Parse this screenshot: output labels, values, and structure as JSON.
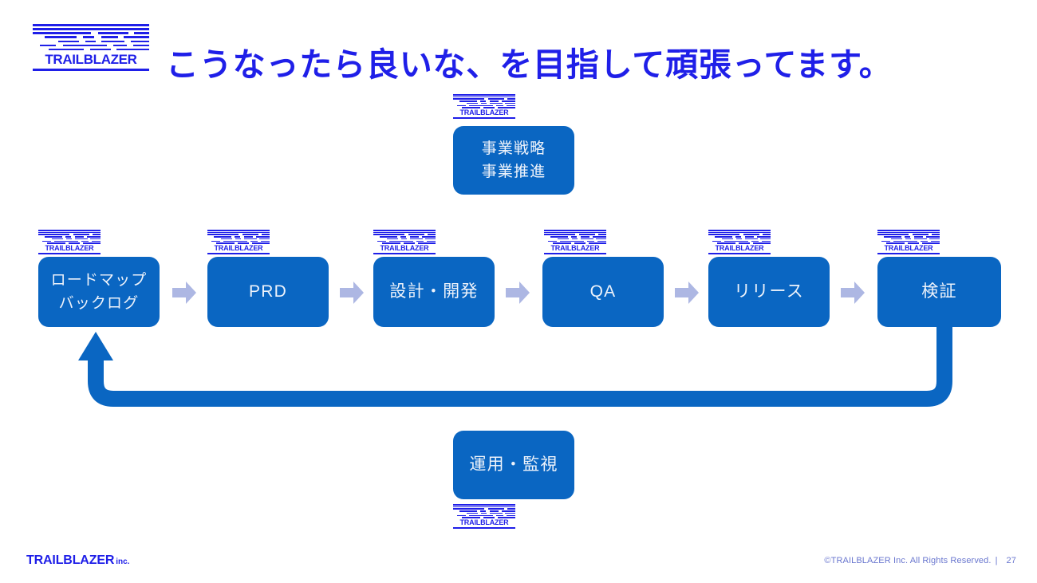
{
  "slide": {
    "title": "こうなったら良いな、を目指して頑張ってます。",
    "brand_name": "TRAILBLAZER",
    "colors": {
      "brand_blue": "#1f1fe8",
      "box_blue": "#0a66c2",
      "arrow_lavender": "#adb7e3",
      "loop_blue": "#0a66c2",
      "footer_gray_blue": "#6a77cf"
    }
  },
  "top_box": {
    "logo_label": "TRAILBLAZER",
    "lines": [
      "事業戦略",
      "事業推進"
    ]
  },
  "bottom_box": {
    "logo_label": "TRAILBLAZER",
    "lines": [
      "運用・監視"
    ]
  },
  "process": {
    "steps": [
      {
        "logo_label": "TRAILBLAZER",
        "lines": [
          "ロードマップ",
          "バックログ"
        ]
      },
      {
        "logo_label": "TRAILBLAZER",
        "lines": [
          "PRD"
        ]
      },
      {
        "logo_label": "TRAILBLAZER",
        "lines": [
          "設計・開発"
        ]
      },
      {
        "logo_label": "TRAILBLAZER",
        "lines": [
          "QA"
        ]
      },
      {
        "logo_label": "TRAILBLAZER",
        "lines": [
          "リリース"
        ]
      },
      {
        "logo_label": "TRAILBLAZER",
        "lines": [
          "検証"
        ]
      }
    ],
    "connector_icon": "right-arrow-icon",
    "loop_icon": "feedback-loop-arrow-icon"
  },
  "footer": {
    "brand_main": "TRAILBLAZER",
    "brand_sub": "inc.",
    "copyright": "©TRAILBLAZER Inc. All Rights Reserved.",
    "separator": "|",
    "page_number": "27"
  }
}
